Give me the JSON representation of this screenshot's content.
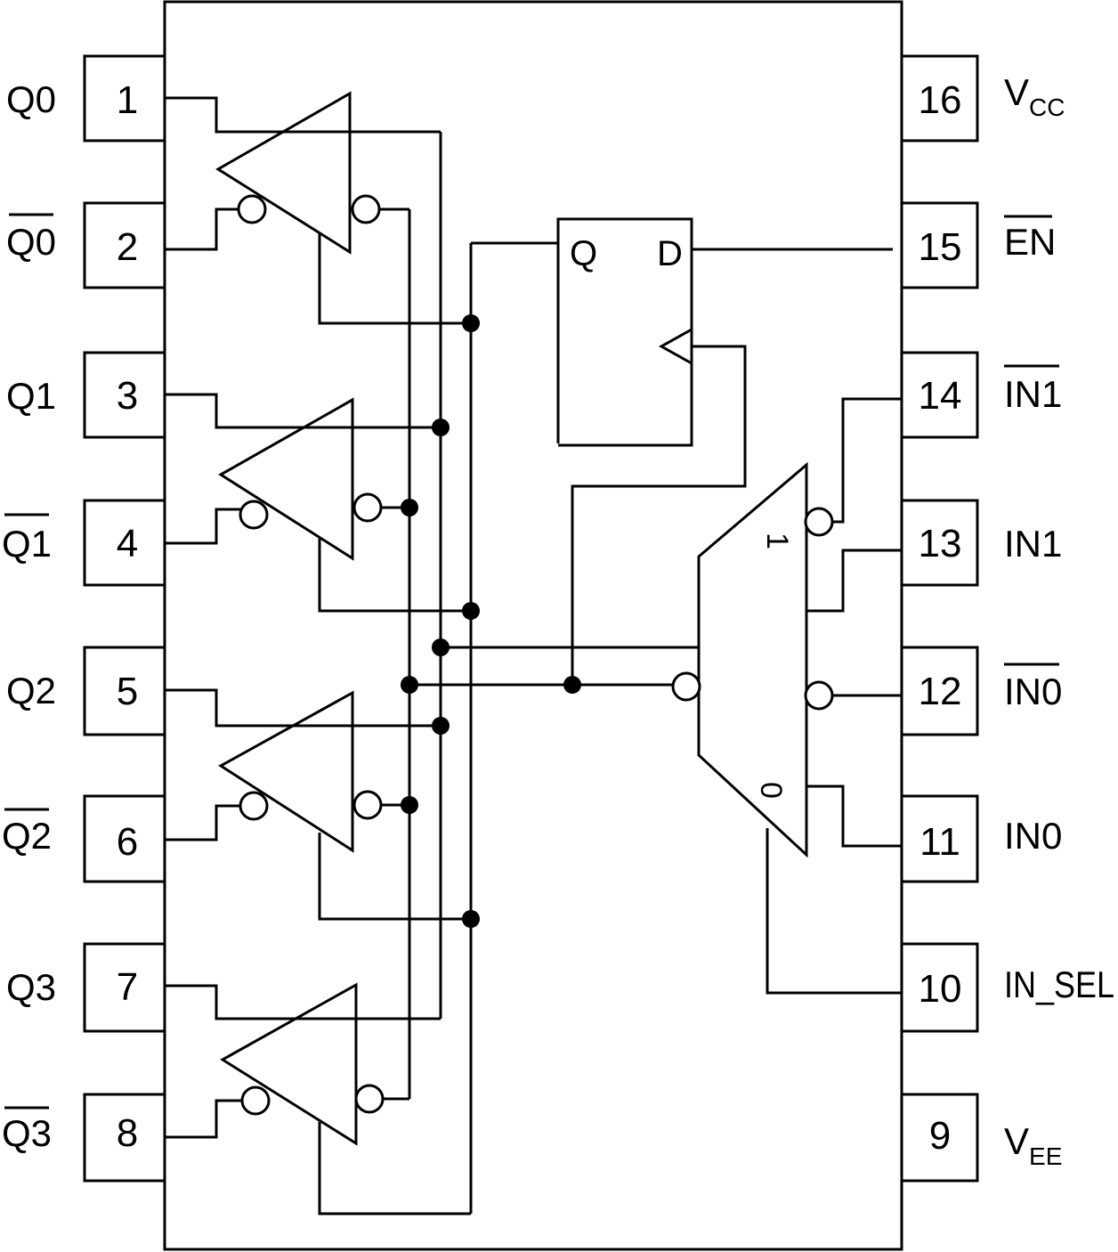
{
  "left_pins": [
    {
      "number": "1",
      "label": "Q0",
      "overbar": false
    },
    {
      "number": "2",
      "label": "Q0",
      "overbar": true
    },
    {
      "number": "3",
      "label": "Q1",
      "overbar": false
    },
    {
      "number": "4",
      "label": "Q1",
      "overbar": true
    },
    {
      "number": "5",
      "label": "Q2",
      "overbar": false
    },
    {
      "number": "6",
      "label": "Q2",
      "overbar": true
    },
    {
      "number": "7",
      "label": "Q3",
      "overbar": false
    },
    {
      "number": "8",
      "label": "Q3",
      "overbar": true
    }
  ],
  "right_pins": [
    {
      "number": "16",
      "label": "V",
      "sub": "CC",
      "overbar": false
    },
    {
      "number": "15",
      "label": "EN",
      "overbar": true
    },
    {
      "number": "14",
      "label": "IN1",
      "overbar": true
    },
    {
      "number": "13",
      "label": "IN1",
      "overbar": false
    },
    {
      "number": "12",
      "label": "IN0",
      "overbar": true
    },
    {
      "number": "11",
      "label": "IN0",
      "overbar": false
    },
    {
      "number": "10",
      "label": "IN_SEL",
      "overbar": false
    },
    {
      "number": "9",
      "label": "V",
      "sub": "EE",
      "overbar": false
    }
  ],
  "flipflop": {
    "q_label": "Q",
    "d_label": "D"
  },
  "mux": {
    "input1_label": "1",
    "input0_label": "0"
  }
}
